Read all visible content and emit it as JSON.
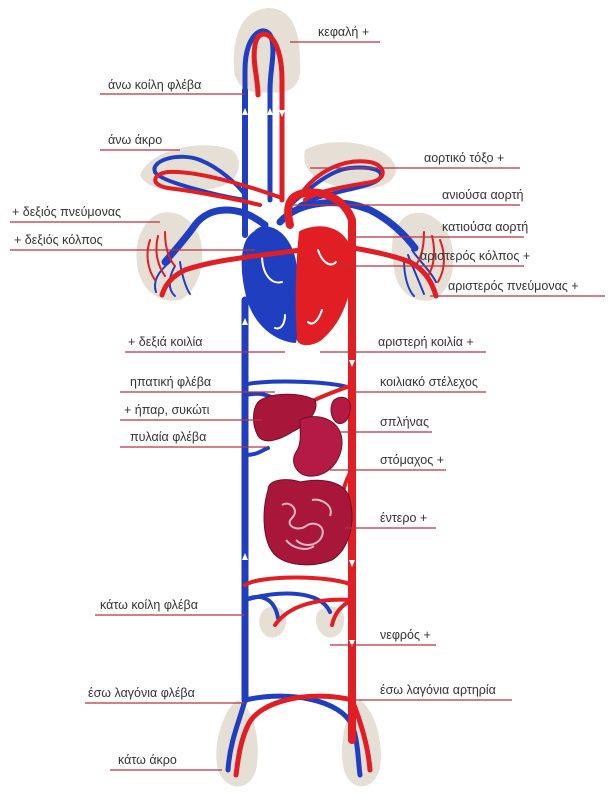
{
  "diagram": {
    "colors": {
      "veins": "#1f3fc0",
      "arteries": "#e01e24",
      "organs": "#a8163a",
      "tissue": "#e6dfd6",
      "leader_lines": "#b9333c",
      "text": "#333333"
    },
    "labels_left": {
      "upper_vena_cava": "άνω κοίλη φλέβα",
      "upper_limb": "άνω άκρο",
      "right_lung": "+ δεξιός πνεύμονας",
      "right_atrium": "+ δεξιός κόλπος",
      "right_ventricle": "+ δεξιά κοιλία",
      "hepatic_vein": "ηπατική φλέβα",
      "liver": "+ ήπαρ, συκώτι",
      "portal_vein": "πυλαία φλέβα",
      "lower_vena_cava": "κάτω κοίλη φλέβα",
      "iliac_vein": "έσω λαγόνια φλέβα",
      "lower_limb": "κάτω άκρο"
    },
    "labels_right": {
      "head": "κεφαλή +",
      "aortic_arch": "αορτικό τόξο +",
      "ascending_aorta": "ανιούσα αορτή",
      "descending_aorta": "κατιούσα αορτή",
      "left_atrium": "αριστερός κόλπος +",
      "left_lung": "αριστερός πνεύμονας +",
      "left_ventricle": "αριστερή κοιλία +",
      "celiac_trunk": "κοιλιακό στέλεχος",
      "spleen": "σπλήνας",
      "stomach": "στόμαχος +",
      "intestine": "έντερο +",
      "kidney": "νεφρός +",
      "iliac_artery": "έσω λαγόνια αρτηρία"
    }
  }
}
